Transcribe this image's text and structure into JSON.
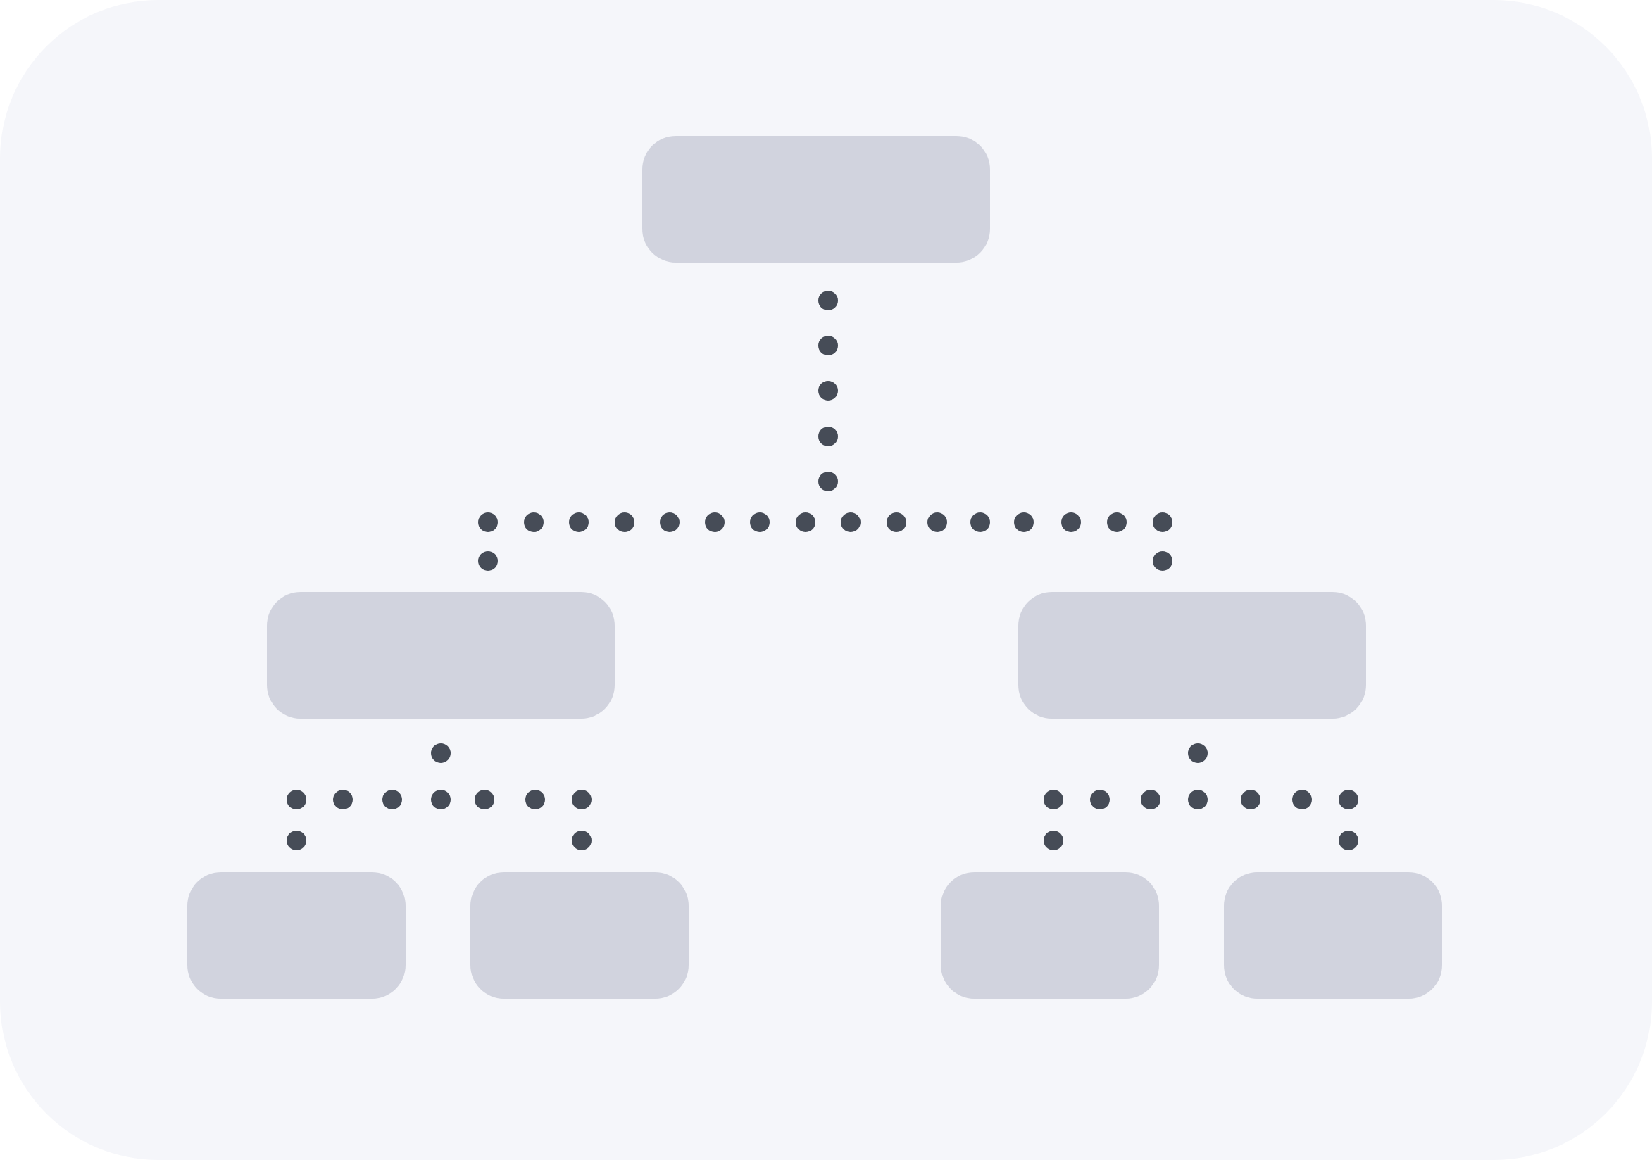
{
  "colors": {
    "background": "#F5F6FA",
    "node_fill": "#D1D3DE",
    "connector_dot": "#464C57"
  },
  "diagram": {
    "type": "org-chart",
    "connector_style": "dotted",
    "nodes": [
      {
        "id": "root",
        "parent": null,
        "label": ""
      },
      {
        "id": "branch-left",
        "parent": "root",
        "label": ""
      },
      {
        "id": "branch-right",
        "parent": "root",
        "label": ""
      },
      {
        "id": "leaf-left-1",
        "parent": "branch-left",
        "label": ""
      },
      {
        "id": "leaf-left-2",
        "parent": "branch-left",
        "label": ""
      },
      {
        "id": "leaf-right-1",
        "parent": "branch-right",
        "label": ""
      },
      {
        "id": "leaf-right-2",
        "parent": "branch-right",
        "label": ""
      }
    ]
  }
}
